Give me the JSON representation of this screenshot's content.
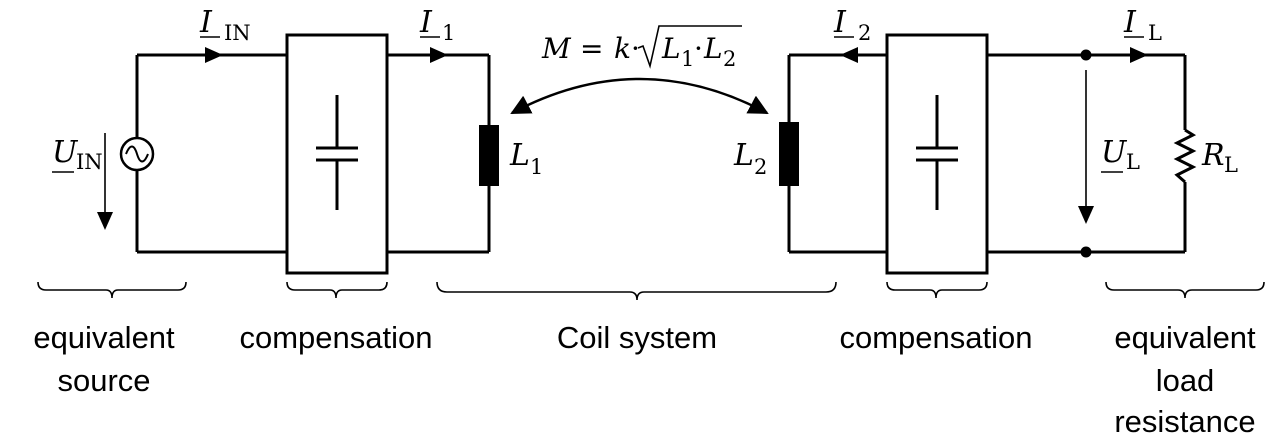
{
  "labels": {
    "i_in": {
      "main": "I",
      "sub": "IN"
    },
    "i_1": {
      "main": "I",
      "sub": "1"
    },
    "i_2": {
      "main": "I",
      "sub": "2"
    },
    "i_l": {
      "main": "I",
      "sub": "L"
    },
    "u_in": {
      "main": "U",
      "sub": "IN"
    },
    "u_l": {
      "main": "U",
      "sub": "L"
    },
    "l_1": {
      "main": "L",
      "sub": "1"
    },
    "l_2": {
      "main": "L",
      "sub": "2"
    },
    "r_l": {
      "main": "R",
      "sub": "L"
    }
  },
  "mutual": {
    "lhs": "M",
    "equals": "=",
    "k": "k",
    "dot": "·",
    "l1": {
      "main": "L",
      "sub": "1"
    },
    "l2": {
      "main": "L",
      "sub": "2"
    }
  },
  "captions": {
    "equivalent_source": [
      "equivalent",
      "source"
    ],
    "compensation_primary": "compensation",
    "coil_system": "Coil system",
    "compensation_secondary": "compensation",
    "equivalent_load": [
      "equivalent",
      "load",
      "resistance"
    ]
  }
}
